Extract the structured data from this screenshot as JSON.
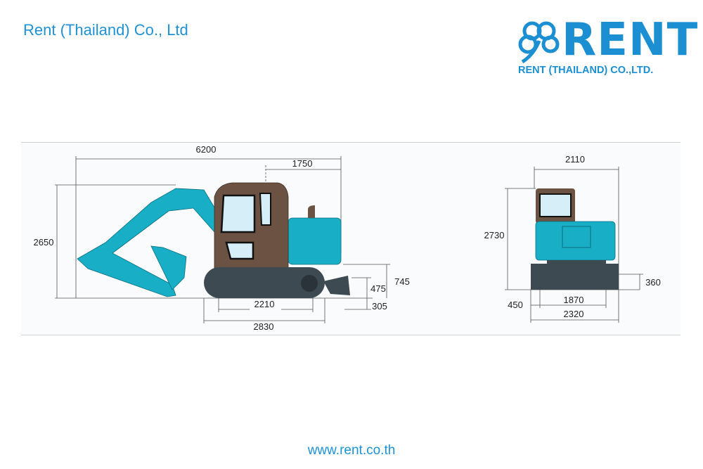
{
  "header": {
    "company_name": "Rent (Thailand) Co., Ltd"
  },
  "logo": {
    "word": "RENT",
    "subtitle": "RENT (THAILAND) CO.,LTD.",
    "color": "#1b8fd2"
  },
  "side_view": {
    "overall_length": "6200",
    "tail_length": "1750",
    "overall_height": "2650",
    "blade_height_total": "745",
    "blade_height": "475",
    "blade_depth": "305",
    "tumbler_distance": "2210",
    "track_length": "2830"
  },
  "front_view": {
    "overall_width": "2110",
    "overall_height": "2730",
    "ground_clearance": "360",
    "track_gauge": "1870",
    "shoe_width": "450",
    "track_width": "2320"
  },
  "colors": {
    "body": "#17aec6",
    "cab": "#6b5242",
    "track": "#3d4a52",
    "text_blue": "#1f92d6"
  },
  "footer": {
    "url": "www.rent.co.th"
  }
}
